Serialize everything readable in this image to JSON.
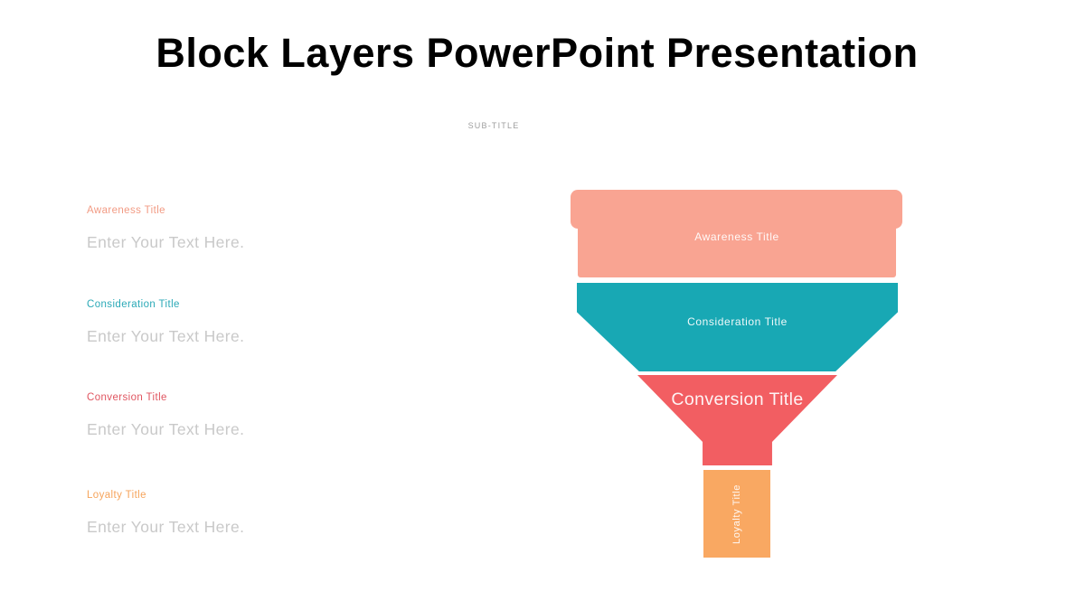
{
  "slide": {
    "title": "Block Layers PowerPoint Presentation",
    "subtitle": "SUB-TITLE"
  },
  "sections": [
    {
      "label": "Awareness Title",
      "text": "Enter Your Text Here.",
      "color": "#f29b84"
    },
    {
      "label": "Consideration Title",
      "text": "Enter Your Text Here.",
      "color": "#2ba9b7"
    },
    {
      "label": "Conversion Title",
      "text": "Enter Your Text Here.",
      "color": "#e05560"
    },
    {
      "label": "Loyalty Title",
      "text": "Enter Your Text Here.",
      "color": "#f6a45c"
    }
  ],
  "funnel": {
    "layers": [
      {
        "name": "awareness",
        "label": "Awareness Title",
        "color": "#f9a492"
      },
      {
        "name": "consideration",
        "label": "Consideration Title",
        "color": "#18a8b4"
      },
      {
        "name": "conversion",
        "label": "Conversion Title",
        "color": "#f25e62"
      },
      {
        "name": "loyalty",
        "label": "Loyalty Title",
        "color": "#f9a862"
      }
    ]
  },
  "colors": {
    "background": "#ffffff",
    "title_text": "#000000",
    "subtitle_text": "#9e9e9e",
    "placeholder_text": "#c9c9c9",
    "funnel_label_text": "#ffffff"
  }
}
